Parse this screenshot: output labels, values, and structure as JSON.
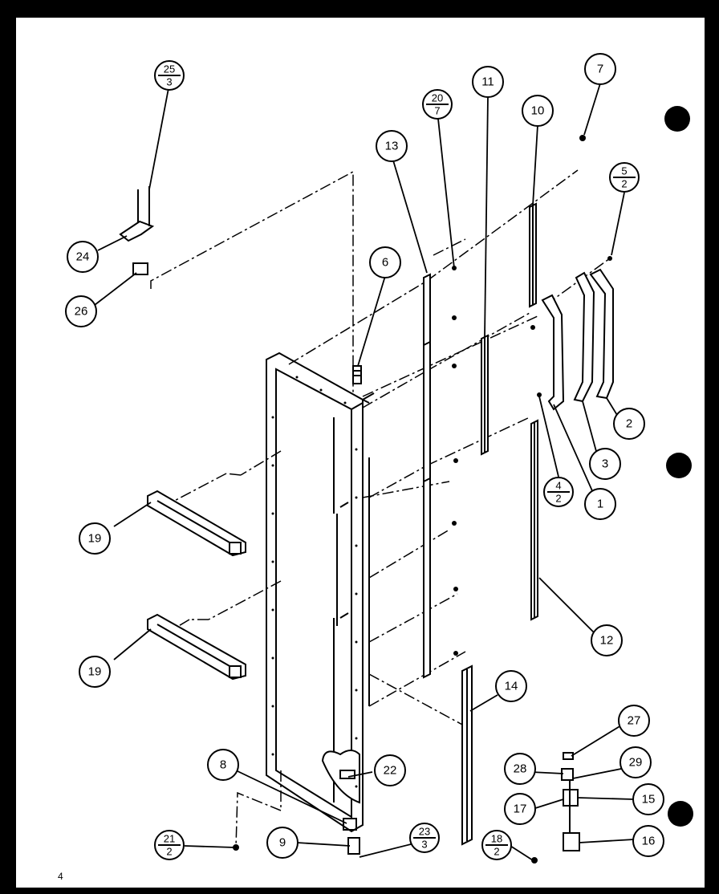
{
  "diagram": {
    "page_number": "4",
    "callouts": {
      "c1": "1",
      "c2": "2",
      "c3": "3",
      "c6": "6",
      "c7": "7",
      "c8": "8",
      "c9": "9",
      "c10": "10",
      "c11": "11",
      "c12": "12",
      "c13": "13",
      "c14": "14",
      "c15": "15",
      "c16": "16",
      "c17": "17",
      "c19a": "19",
      "c19b": "19",
      "c22": "22",
      "c24": "24",
      "c26": "26",
      "c27": "27",
      "c28": "28",
      "c29": "29"
    },
    "fraction_callouts": {
      "f25_3": {
        "top": "25",
        "bottom": "3"
      },
      "f20_7": {
        "top": "20",
        "bottom": "7"
      },
      "f5_2": {
        "top": "5",
        "bottom": "2"
      },
      "f4_2": {
        "top": "4",
        "bottom": "2"
      },
      "f21_2": {
        "top": "21",
        "bottom": "2"
      },
      "f23_3": {
        "top": "23",
        "bottom": "3"
      },
      "f18_2": {
        "top": "18",
        "bottom": "2"
      }
    }
  }
}
